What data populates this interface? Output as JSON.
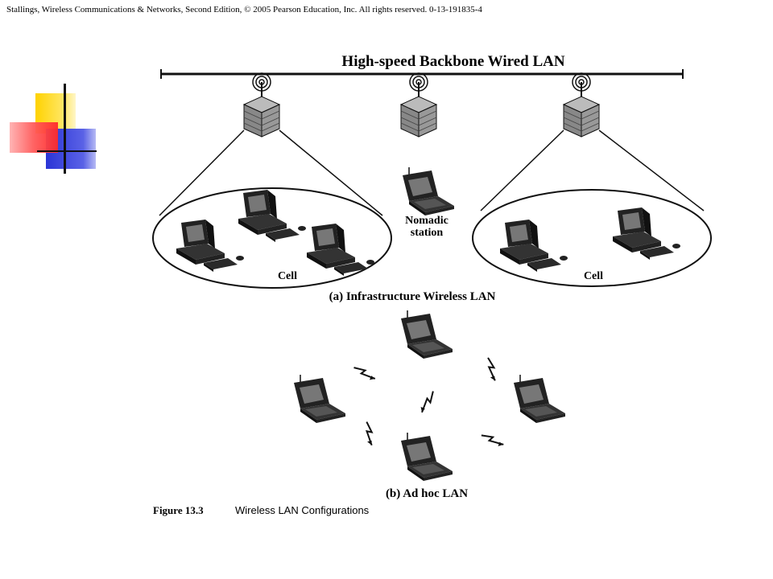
{
  "header": {
    "copyright": "Stallings, Wireless Communications  & Networks, Second Edition,  © 2005 Pearson Education, Inc. All rights reserved. 0-13-191835-4"
  },
  "decoration": {
    "colors": {
      "yellow": "#ffd200",
      "red": "#ff2a2a",
      "blue": "#2b35d6",
      "line": "#111111"
    }
  },
  "diagram": {
    "backbone_label": "High-speed Backbone Wired LAN",
    "cell_left_label": "Cell",
    "cell_right_label": "Cell",
    "nomadic_line1": "Nomadic",
    "nomadic_line2": "station",
    "part_a_caption": "(a) Infrastructure Wireless LAN",
    "part_b_caption": "(b) Ad hoc LAN",
    "figure_number": "Figure 13.3",
    "figure_title": "Wireless LAN Configurations",
    "icons": {
      "access_point": "antenna-box-icon",
      "desktop": "desktop-computer-icon",
      "laptop": "laptop-icon",
      "wireless_link": "lightning-bolt-icon"
    }
  }
}
